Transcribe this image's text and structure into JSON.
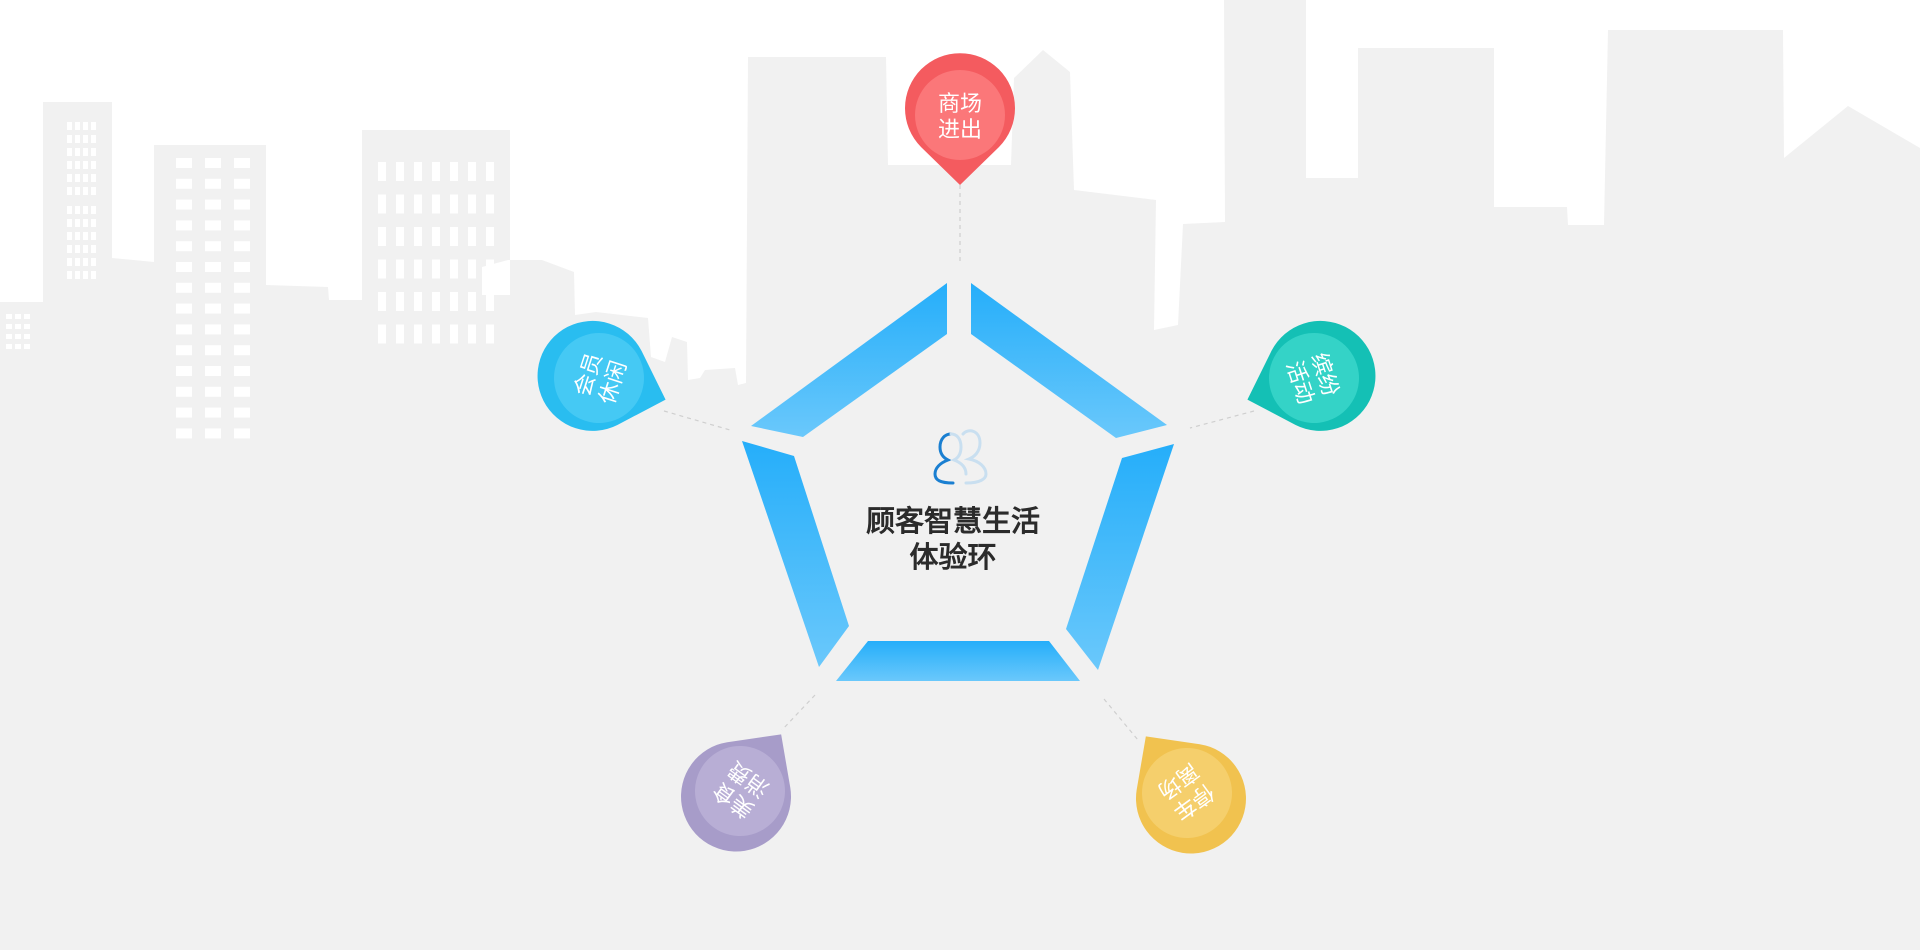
{
  "center": {
    "title_line1": "顾客智慧生活",
    "title_line2": "体验环",
    "icon": "users-icon"
  },
  "nodes": [
    {
      "id": "mall",
      "line1": "商场",
      "line2": "进出",
      "color": "#f45b5f",
      "inner_color": "#fb7779"
    },
    {
      "id": "wonderful",
      "line1": "缤纷",
      "line2": "活动",
      "color": "#14c0b5",
      "inner_color": "#34d3c7"
    },
    {
      "id": "parking",
      "line1": "停车",
      "line2": "离场",
      "color": "#f1c24f",
      "inner_color": "#f5cf6c"
    },
    {
      "id": "dining",
      "line1": "美食",
      "line2": "消费",
      "color": "#a79cc9",
      "inner_color": "#b8aed5"
    },
    {
      "id": "leisure",
      "line1": "会员",
      "line2": "休闲",
      "color": "#29bdf0",
      "inner_color": "#45c9f4"
    }
  ],
  "colors": {
    "background": "#f1f1f1",
    "city": "#ffffff",
    "pentagon_top": "#25aefa",
    "pentagon_bottom": "#6ac8fb"
  }
}
